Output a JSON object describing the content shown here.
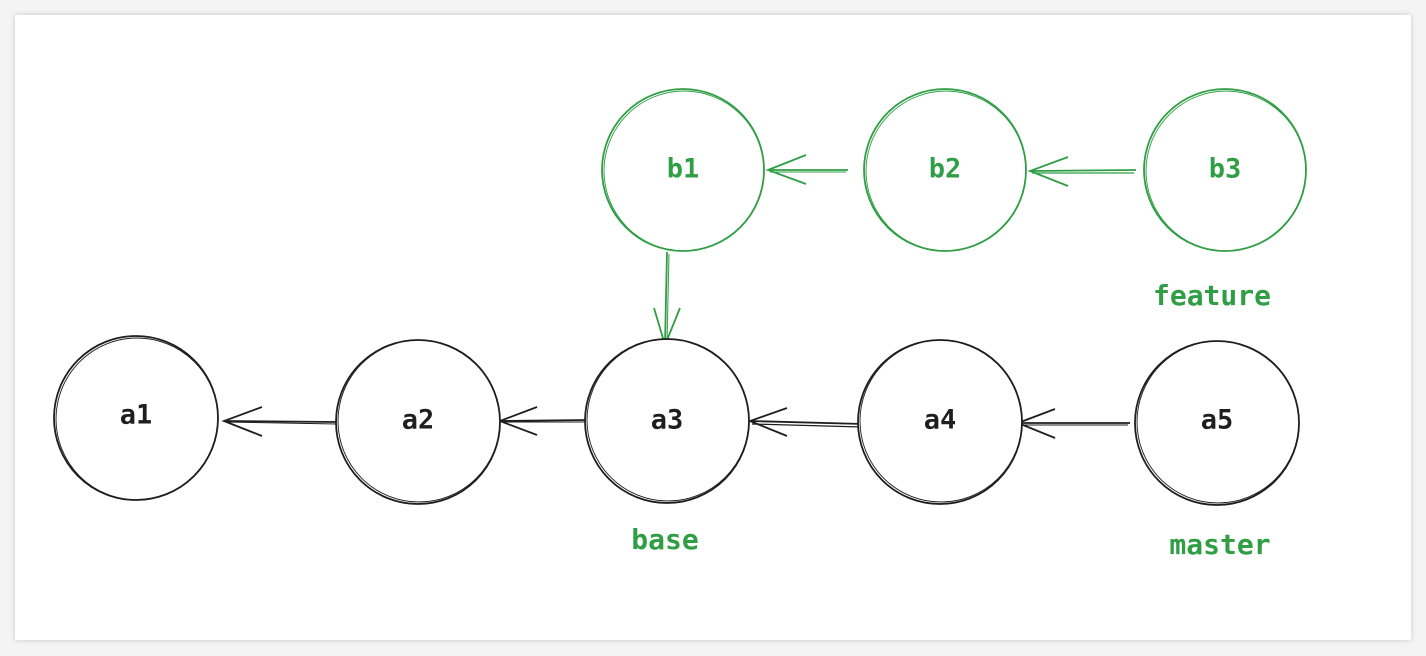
{
  "colors": {
    "main_line": "#1e1e1e",
    "feature_line": "#2f9e44"
  },
  "commits": {
    "a1": {
      "label": "a1",
      "branch": "main"
    },
    "a2": {
      "label": "a2",
      "branch": "main"
    },
    "a3": {
      "label": "a3",
      "branch": "main"
    },
    "a4": {
      "label": "a4",
      "branch": "main"
    },
    "a5": {
      "label": "a5",
      "branch": "main"
    },
    "b1": {
      "label": "b1",
      "branch": "feature"
    },
    "b2": {
      "label": "b2",
      "branch": "feature"
    },
    "b3": {
      "label": "b3",
      "branch": "feature"
    }
  },
  "edges": [
    {
      "from": "a2",
      "to": "a1"
    },
    {
      "from": "a3",
      "to": "a2"
    },
    {
      "from": "a4",
      "to": "a3"
    },
    {
      "from": "a5",
      "to": "a4"
    },
    {
      "from": "b2",
      "to": "b1"
    },
    {
      "from": "b3",
      "to": "b2"
    },
    {
      "from": "b1",
      "to": "a3"
    }
  ],
  "refs": {
    "base": "base",
    "master": "master",
    "feature": "feature"
  }
}
